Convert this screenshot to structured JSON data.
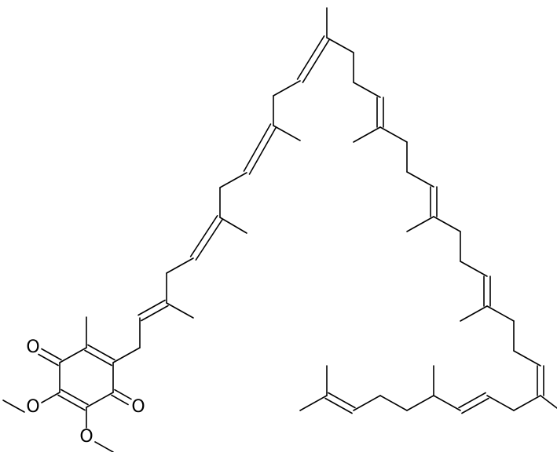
{
  "molecule": {
    "atom_labels": {
      "oxygen_ketone_left": "O",
      "oxygen_ketone_right": "O",
      "oxygen_methoxy_upper": "O",
      "oxygen_methoxy_lower": "O"
    },
    "colors": {
      "bond": "#000000",
      "background": "#ffffff"
    }
  }
}
